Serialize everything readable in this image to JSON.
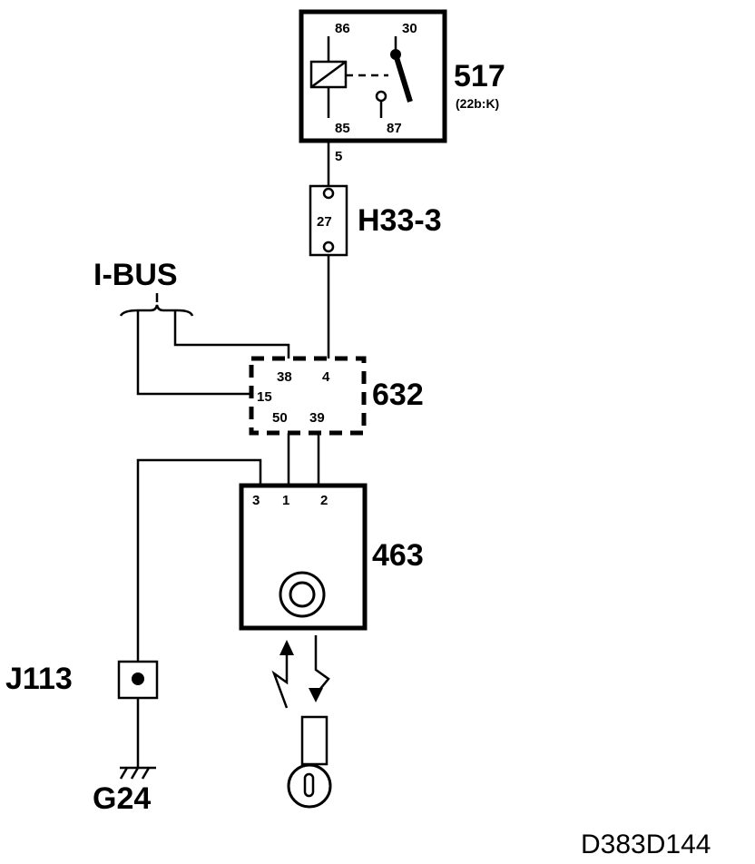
{
  "components": {
    "relay": {
      "id": "517",
      "note": "(22b:K)",
      "pins": {
        "p86": "86",
        "p30": "30",
        "p85": "85",
        "p87": "87"
      }
    },
    "connector": {
      "id": "H33-3",
      "pin": "27"
    },
    "wire_relay_connector": "5",
    "bus": {
      "label": "I-BUS"
    },
    "control_module": {
      "id": "632",
      "pins": {
        "p38": "38",
        "p4": "4",
        "p15": "15",
        "p50": "50",
        "p39": "39"
      }
    },
    "ignition_unit": {
      "id": "463",
      "pins": {
        "p3": "3",
        "p1": "1",
        "p2": "2"
      }
    },
    "junction": {
      "id": "J113"
    },
    "ground": {
      "id": "G24"
    }
  },
  "drawing_id": "D383D144"
}
